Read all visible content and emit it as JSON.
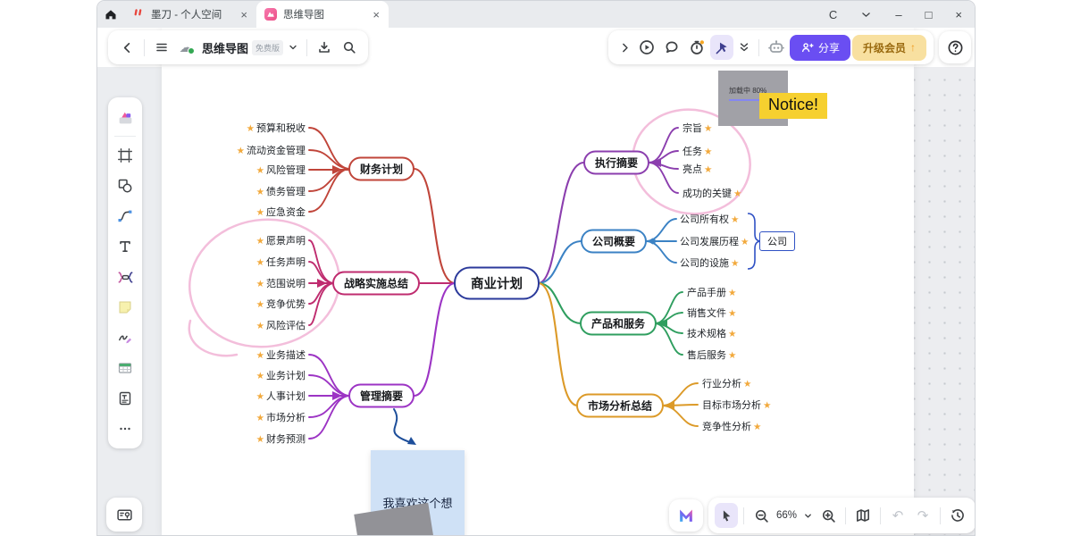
{
  "window": {
    "tab1": "墨刀 - 个人空间",
    "tab2": "思维导图",
    "close_glyph": "×",
    "controls": {
      "reload": "C",
      "minimize": "–",
      "maximize": "□",
      "close": "×"
    }
  },
  "toolbar": {
    "title": "思维导图",
    "badge": "免费版",
    "share": "分享",
    "upgrade": "升级会员",
    "upgrade_arrow": "↑"
  },
  "zoombar": {
    "zoom": "66%",
    "undo_glyph": "↶",
    "redo_glyph": "↷"
  },
  "overlays": {
    "loading": "加载中 80%",
    "notice": "Notice!",
    "note": "我喜欢这个想法!"
  },
  "mindmap": {
    "star": "★",
    "root": "商业计划",
    "root_color": "#2b3a9b",
    "company_tag": "公司",
    "branches": [
      {
        "label": "财务计划",
        "color": "#c0453a",
        "side": "left",
        "leaves": [
          "预算和税收",
          "流动资金管理",
          "风险管理",
          "债务管理",
          "应急资金"
        ]
      },
      {
        "label": "战略实施总结",
        "color": "#bf2c6f",
        "side": "left",
        "leaves": [
          "愿景声明",
          "任务声明",
          "范围说明",
          "竞争优势",
          "风险评估"
        ]
      },
      {
        "label": "管理摘要",
        "color": "#9c34c4",
        "side": "left",
        "leaves": [
          "业务描述",
          "业务计划",
          "人事计划",
          "市场分析",
          "财务预测"
        ]
      },
      {
        "label": "执行摘要",
        "color": "#8b3eae",
        "side": "right",
        "leaves": [
          "宗旨",
          "任务",
          "亮点",
          "成功的关键"
        ]
      },
      {
        "label": "公司概要",
        "color": "#3b82c4",
        "side": "right",
        "leaves": [
          "公司所有权",
          "公司发展历程",
          "公司的设施"
        ]
      },
      {
        "label": "产品和服务",
        "color": "#2f9e5f",
        "side": "right",
        "leaves": [
          "产品手册",
          "销售文件",
          "技术规格",
          "售后服务"
        ]
      },
      {
        "label": "市场分析总结",
        "color": "#dc9a28",
        "side": "right",
        "leaves": [
          "行业分析",
          "目标市场分析",
          "竞争性分析"
        ]
      }
    ]
  },
  "sidebar_tools": [
    "templates",
    "frame",
    "shapes",
    "connector",
    "text",
    "mindmap",
    "sticky-note",
    "pen",
    "table",
    "document",
    "more"
  ],
  "colors": {
    "share_bg": "#6a4ef2",
    "upgrade_bg": "#f8e0a0",
    "notice_bg": "#f6d02f",
    "note_bg": "#cfe1f6",
    "star": "#f2a93c",
    "selected_tool_bg": "#e9e5fa",
    "doodle_pink": "#f3bedb",
    "arrow_blue": "#1d4e9a",
    "brace_blue": "#2f51c4",
    "loading_fill": "#8487f2"
  }
}
